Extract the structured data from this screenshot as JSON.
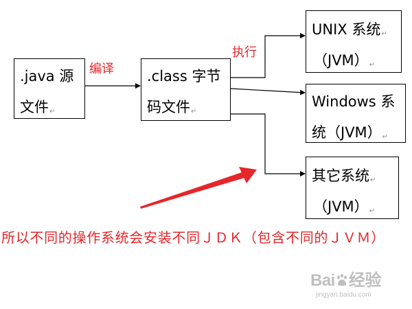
{
  "boxes": [
    {
      "id": "source",
      "lines": [
        {
          "text": ".java 源",
          "mark": ""
        },
        {
          "text": "文件",
          "mark": "↵"
        }
      ]
    },
    {
      "id": "class",
      "lines": [
        {
          "text": ".class 字节",
          "mark": ""
        },
        {
          "text": "码文件",
          "mark": "↵"
        }
      ]
    },
    {
      "id": "unix",
      "lines": [
        {
          "text": "UNIX 系统",
          "mark": "↵"
        },
        {
          "text": "（JVM）",
          "mark": "↵"
        }
      ]
    },
    {
      "id": "windows",
      "lines": [
        {
          "text": "Windows 系",
          "mark": ""
        },
        {
          "text": "统（JVM）",
          "mark": "↵"
        }
      ]
    },
    {
      "id": "other",
      "lines": [
        {
          "text": "其它系统",
          "mark": "↵"
        },
        {
          "text": "（JVM）",
          "mark": "↵"
        }
      ]
    }
  ],
  "labels": {
    "compile": "编译",
    "execute": "执行"
  },
  "conclusion": "所以不同的操作系统会安装不同ＪＤＫ（包含不同的ＪＶＭ）",
  "watermark": {
    "brand_left": "Bai",
    "brand_right": "经验",
    "site": "jingyan.baidu.com"
  },
  "colors": {
    "accent_red": "#e5262a",
    "line": "#000000",
    "watermark": "#b9b9b9"
  }
}
